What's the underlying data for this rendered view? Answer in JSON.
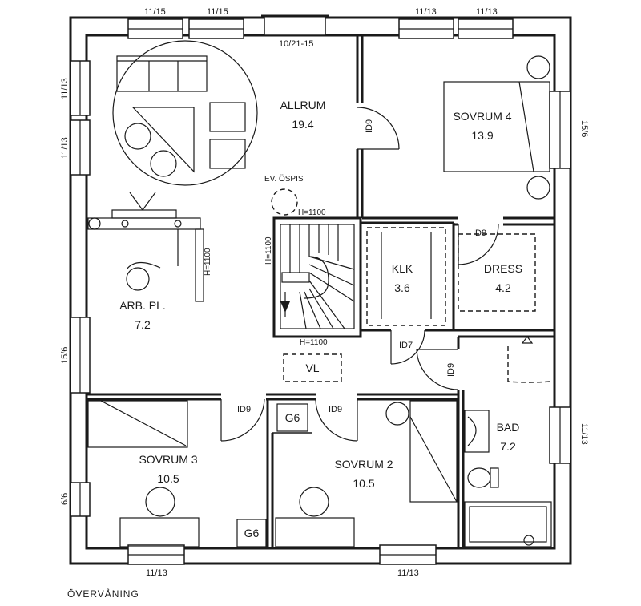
{
  "floor_label": "ÖVERVÅNING",
  "rooms": {
    "allrum": {
      "name": "ALLRUM",
      "area": "19.4"
    },
    "sovrum4": {
      "name": "SOVRUM 4",
      "area": "13.9"
    },
    "klk": {
      "name": "KLK",
      "area": "3.6"
    },
    "dress": {
      "name": "DRESS",
      "area": "4.2"
    },
    "arb": {
      "name": "ARB. PL.",
      "area": "7.2"
    },
    "bad": {
      "name": "BAD",
      "area": "7.2"
    },
    "sovrum3": {
      "name": "SOVRUM 3",
      "area": "10.5"
    },
    "sovrum2": {
      "name": "SOVRUM 2",
      "area": "10.5"
    }
  },
  "windows": {
    "top1": "11/15",
    "top2": "11/15",
    "top3": "11/13",
    "top4": "11/13",
    "roof": "10/21-15",
    "left1": "11/13",
    "left2": "11/13",
    "left3": "15/6",
    "left4": "6/6",
    "right1": "15/6",
    "right2": "11/13",
    "bottom1": "11/13",
    "bottom2": "11/13"
  },
  "doors": {
    "allrum": "ID9",
    "dress": "ID9",
    "klk": "ID7",
    "bad": "ID9",
    "sovrum3": "ID9",
    "sovrum2": "ID9"
  },
  "notes": {
    "ospis": "EV. ÖSPIS",
    "h1": "H=1100",
    "h2": "H=1100",
    "h3": "H=1100",
    "h4": "H=1100",
    "vl": "VL",
    "g6a": "G6",
    "g6b": "G6"
  }
}
